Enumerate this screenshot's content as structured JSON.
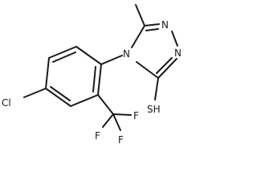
{
  "molecule": {
    "atoms": {
      "chlorine": "Cl",
      "n4": "N",
      "n1": "N",
      "n2": "N",
      "thiol": "SH",
      "fluorine_1": "F",
      "fluorine_2": "F",
      "fluorine_3": "F"
    }
  }
}
